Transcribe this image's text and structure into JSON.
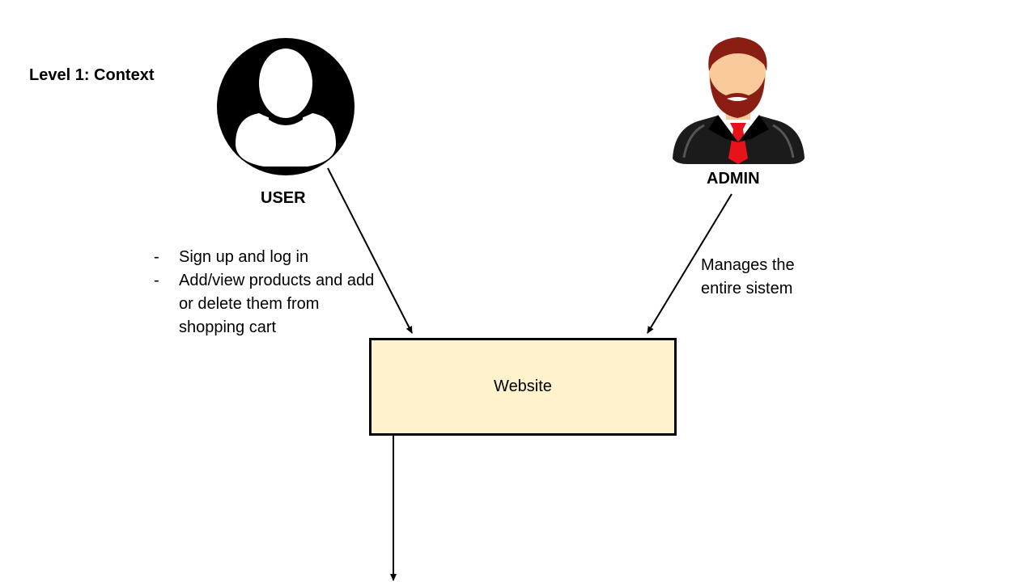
{
  "diagram": {
    "title": "Level 1: Context",
    "user": {
      "label": "USER"
    },
    "admin": {
      "label": "ADMIN"
    },
    "user_actions": [
      "Sign up and log in",
      "Add/view products and add or delete them from shopping cart"
    ],
    "admin_action": "Manages the entire sistem",
    "system": {
      "label": "Website"
    },
    "colors": {
      "system_fill": "#fff2cc",
      "admin_hair": "#8b1e12",
      "admin_skin": "#f8c99b",
      "admin_tie": "#e8121b"
    }
  }
}
